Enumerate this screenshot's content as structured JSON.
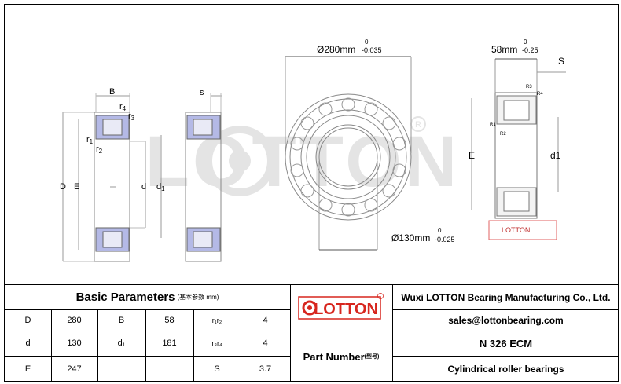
{
  "drawing": {
    "watermark": "LOTTON",
    "left_view": {
      "labels": {
        "B": "B",
        "r4": "r4",
        "r3": "r3",
        "r1": "r1",
        "r2": "r2",
        "D": "D",
        "E": "E",
        "d": "d",
        "d1": "d1"
      }
    },
    "mid_view": {
      "labels": {
        "s": "s"
      }
    },
    "right_dims": {
      "outer_dia": "Ø280mm",
      "outer_tol_upper": "0",
      "outer_tol_lower": "-0.035",
      "inner_dia": "Ø130mm",
      "inner_tol_upper": "0",
      "inner_tol_lower": "-0.025",
      "width": "58mm",
      "width_tol_upper": "0",
      "width_tol_lower": "-0.25",
      "s_label": "S",
      "e_label": "E",
      "d1_label": "d1",
      "r3": "R3",
      "r4": "R4",
      "r1": "R1",
      "r2": "R2",
      "lotton_box": "LOTTON"
    }
  },
  "table": {
    "title": "Basic Parameters",
    "title_note": "(基本参数 mm)",
    "rows": [
      {
        "k1": "D",
        "v1": "280",
        "k2": "B",
        "v2": "58",
        "k3": "r₁r₂",
        "v3": "4"
      },
      {
        "k1": "d",
        "v1": "130",
        "k2": "d₁",
        "v2": "181",
        "k3": "r₃r₄",
        "v3": "4"
      },
      {
        "k1": "E",
        "v1": "247",
        "k2": "",
        "v2": "",
        "k3": "S",
        "v3": "3.7"
      }
    ],
    "logo_text": "LOTTON",
    "company": "Wuxi LOTTON Bearing Manufacturing Co., Ltd.",
    "email": "sales@lottonbearing.com",
    "part_number_label": "Part Number",
    "part_number_note": "(型号)",
    "model": "N  326 ECM",
    "bearing_type": "Cylindrical roller bearings"
  },
  "colors": {
    "roller": "#b4b9e6",
    "logo_red": "#d7261e",
    "watermark": "#e6e6e6"
  }
}
